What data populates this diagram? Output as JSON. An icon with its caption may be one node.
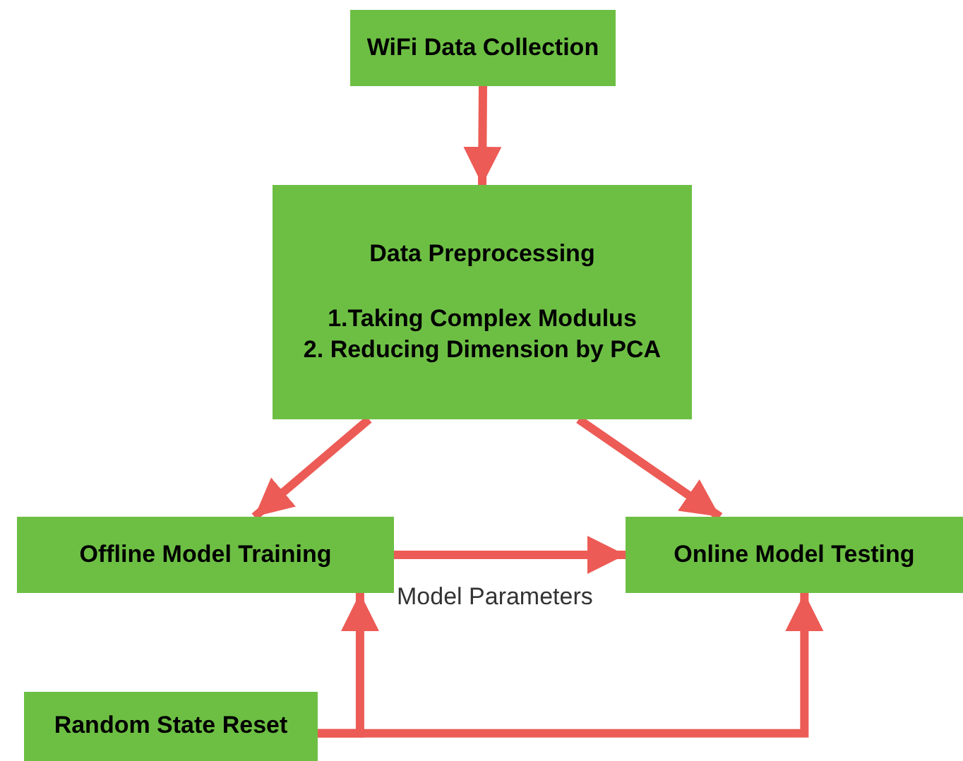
{
  "diagram": {
    "nodes": [
      {
        "text": [
          "WiFi Data Collection"
        ]
      },
      {
        "text": [
          "Data Preprocessing",
          "1.Taking Complex Modulus",
          "2. Reducing Dimension by PCA"
        ]
      },
      {
        "text": [
          "Offline Model Training"
        ]
      },
      {
        "text": [
          "Online Model Testing"
        ]
      },
      {
        "text": [
          "Random State Reset"
        ]
      }
    ],
    "edges": [
      {
        "from": 0,
        "to": 1,
        "arrow": "to"
      },
      {
        "from": 1,
        "to": 2,
        "arrow": "to"
      },
      {
        "from": 1,
        "to": 3,
        "arrow": "to"
      },
      {
        "from": 2,
        "to": 3,
        "arrow": "to",
        "label": "Model Parameters"
      },
      {
        "from": 4,
        "to": 2,
        "arrow": "to"
      },
      {
        "from": 4,
        "to": 3,
        "arrow": "to"
      }
    ]
  }
}
